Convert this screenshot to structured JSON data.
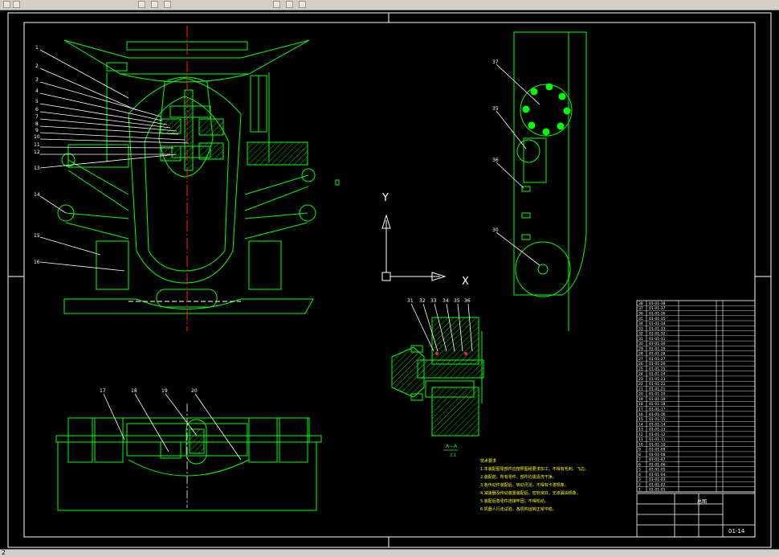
{
  "colors": {
    "background": "#000000",
    "frame": "#ffffff",
    "outline": "#00ff00",
    "centerline": "#ff2020",
    "leader": "#ffffff",
    "hatch": "#00c000",
    "notes": "#ffff00",
    "chrome": "#d4d0c8"
  },
  "toolbar": {
    "icons": [
      "new-icon",
      "open-icon",
      "save-icon",
      "print-icon",
      "undo-icon",
      "redo-icon",
      "zoom-icon",
      "pan-icon"
    ]
  },
  "status": {
    "text": "2"
  },
  "drawing": {
    "callouts_top": [
      "1",
      "2",
      "3",
      "4",
      "5",
      "6",
      "7",
      "8",
      "9",
      "10",
      "11",
      "12",
      "13",
      "14",
      "15",
      "16"
    ],
    "callouts_side": [
      "37",
      "35",
      "36",
      "30"
    ],
    "callouts_section": [
      "31",
      "32",
      "33",
      "34",
      "35",
      "36"
    ],
    "callouts_bottom": [
      "17",
      "18",
      "19",
      "20"
    ],
    "ucs": {
      "y": "Y",
      "x": "X"
    },
    "section_label": "A—A",
    "section_scale": "2:1",
    "notes_title": "技术要求",
    "notes_lines": [
      "1.本装配图零部件应按照图纸要求加工，不得有毛刺、飞边。",
      "2.装配前，所有零件、部件均需清洗干净。",
      "3.各传动件装配后，转动灵活，不得有卡滞现象。",
      "4.减速器及传动装置装配后，密封良好，无渗漏油现象。",
      "5.装配后各零件连接牢固，不得松动。",
      "6.机器人行走试验，各机构运转正常平稳。"
    ],
    "title_block": {
      "drawing_no": "01-14",
      "name": "总图"
    },
    "bom_rows": [
      {
        "no": "38",
        "code": "01-01-38"
      },
      {
        "no": "37",
        "code": "01-01-37"
      },
      {
        "no": "36",
        "code": "01-01-36"
      },
      {
        "no": "35",
        "code": "01-01-35"
      },
      {
        "no": "34",
        "code": "01-01-34"
      },
      {
        "no": "33",
        "code": "01-01-33"
      },
      {
        "no": "32",
        "code": "01-01-32"
      },
      {
        "no": "31",
        "code": "01-01-31"
      },
      {
        "no": "30",
        "code": "01-01-30"
      },
      {
        "no": "29",
        "code": "01-01-29"
      },
      {
        "no": "28",
        "code": "01-01-28"
      },
      {
        "no": "27",
        "code": "01-01-27"
      },
      {
        "no": "26",
        "code": "01-01-26"
      },
      {
        "no": "25",
        "code": "01-01-25"
      },
      {
        "no": "24",
        "code": "01-01-24"
      },
      {
        "no": "23",
        "code": "01-01-23"
      },
      {
        "no": "22",
        "code": "01-01-22"
      },
      {
        "no": "21",
        "code": "01-01-21"
      },
      {
        "no": "20",
        "code": "01-01-20"
      },
      {
        "no": "19",
        "code": "01-01-19"
      },
      {
        "no": "18",
        "code": "01-01-18"
      },
      {
        "no": "17",
        "code": "01-01-17"
      },
      {
        "no": "16",
        "code": "01-01-16"
      },
      {
        "no": "15",
        "code": "01-01-15"
      },
      {
        "no": "14",
        "code": "01-01-14"
      },
      {
        "no": "13",
        "code": "01-01-13"
      },
      {
        "no": "12",
        "code": "01-01-12"
      },
      {
        "no": "11",
        "code": "01-01-11"
      },
      {
        "no": "10",
        "code": "01-01-10"
      },
      {
        "no": "9",
        "code": "01-01-09"
      },
      {
        "no": "8",
        "code": "01-01-08"
      },
      {
        "no": "7",
        "code": "01-01-07"
      },
      {
        "no": "6",
        "code": "01-01-06"
      },
      {
        "no": "5",
        "code": "01-01-05"
      },
      {
        "no": "4",
        "code": "01-01-04"
      },
      {
        "no": "3",
        "code": "01-01-03"
      },
      {
        "no": "2",
        "code": "01-01-02"
      },
      {
        "no": "1",
        "code": "01-01-01"
      }
    ]
  }
}
